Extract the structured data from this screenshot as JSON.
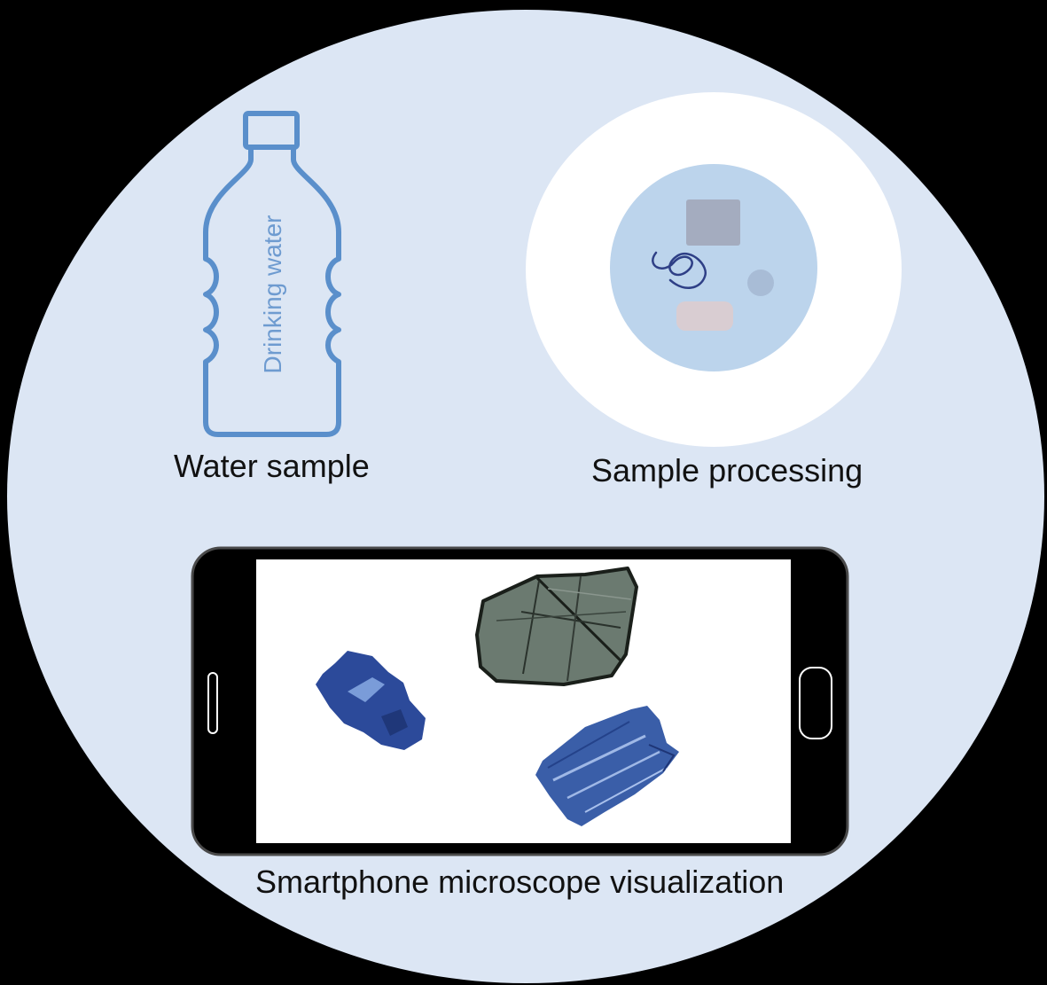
{
  "bottle": {
    "label": "Drinking water",
    "caption": "Water sample"
  },
  "processing": {
    "caption": "Sample processing"
  },
  "phone": {
    "caption": "Smartphone microscope visualization"
  },
  "colors": {
    "background": "#000000",
    "circle_fill": "#dce6f4",
    "bottle_stroke": "#5a8fcb",
    "filter_ring": "#ffffff",
    "filter_disc": "#bcd4ec",
    "phone_body": "#000000",
    "particle_blue": "#2f4d9c",
    "particle_gray": "#6d7c74"
  },
  "icons": {
    "bottle": "water-bottle-icon",
    "filter": "filter-disc-icon",
    "phone": "smartphone-icon"
  }
}
